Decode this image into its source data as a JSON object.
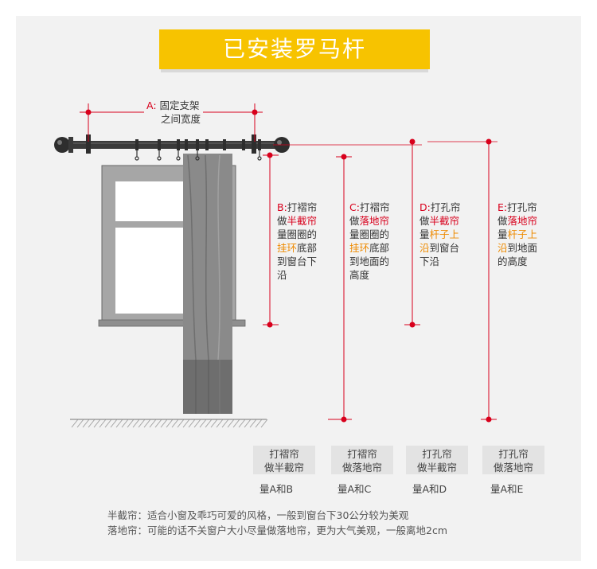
{
  "title": "已安装罗马杆",
  "measure_a": {
    "prefix": "A",
    "sep": ":",
    "line1": "固定支架",
    "line2": "之间宽度"
  },
  "measure_b": {
    "prefix": "B",
    "sep": ":",
    "text1": "打褶帘",
    "text2a": "做",
    "text2b": "半截帘",
    "text3": "量圈圈的",
    "text4a": "挂环",
    "text4b": "底部",
    "text5": "到窗台下",
    "text6": "沿"
  },
  "measure_c": {
    "prefix": "C",
    "sep": ":",
    "text1": "打褶帘",
    "text2a": "做",
    "text2b": "落地帘",
    "text3": "量圈圈的",
    "text4a": "挂环",
    "text4b": "底部",
    "text5": "到地面的",
    "text6": "高度"
  },
  "measure_d": {
    "prefix": "D",
    "sep": ":",
    "text1": "打孔帘",
    "text2a": "做",
    "text2b": "半截帘",
    "text3a": "量",
    "text3b": "杆子上",
    "text4a": "沿",
    "text4b": "到窗台",
    "text5": "下沿"
  },
  "measure_e": {
    "prefix": "E",
    "sep": ":",
    "text1": "打孔帘",
    "text2a": "做",
    "text2b": "落地帘",
    "text3a": "量",
    "text3b": "杆子上",
    "text4a": "沿",
    "text4b": "到地面",
    "text5": "的高度"
  },
  "tags": [
    {
      "line1": "打褶帘",
      "line2": "做半截帘",
      "sub": "量A和B"
    },
    {
      "line1": "打褶帘",
      "line2": "做落地帘",
      "sub": "量A和C"
    },
    {
      "line1": "打孔帘",
      "line2": "做半截帘",
      "sub": "量A和D"
    },
    {
      "line1": "打孔帘",
      "line2": "做落地帘",
      "sub": "量A和E"
    }
  ],
  "notes": [
    "半截帘：适合小窗及乖巧可爱的风格，一般到窗台下30公分较为美观",
    "落地帘：可能的话不关窗户大小尽量做落地帘，更为大气美观，一般离地2cm"
  ],
  "colors": {
    "accent": "#f7c300",
    "measure": "#d8001c",
    "highlight": "#ee8a00"
  }
}
